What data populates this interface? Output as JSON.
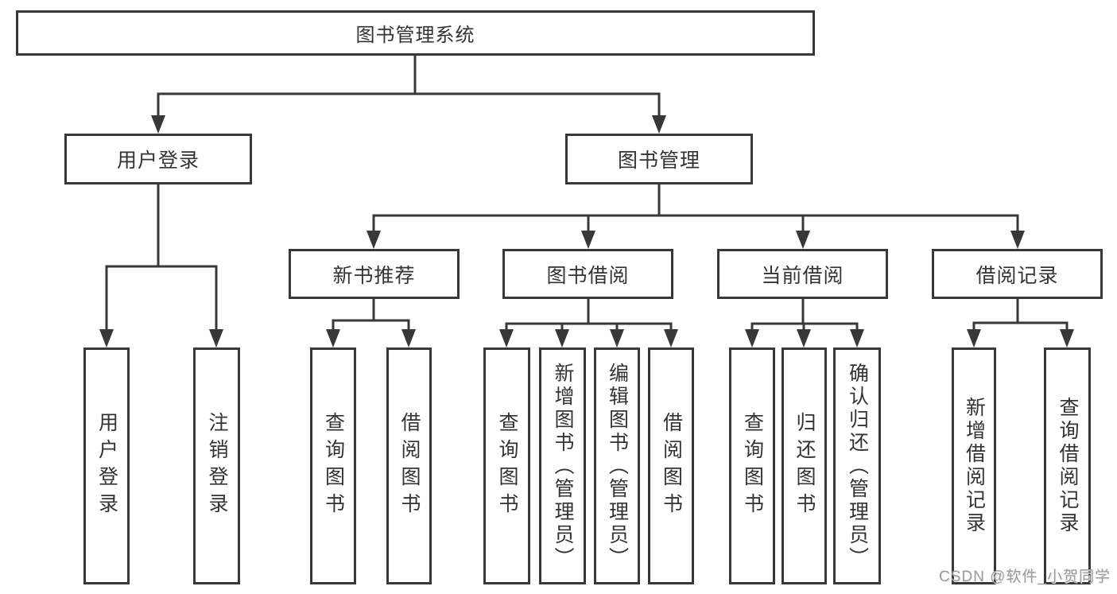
{
  "nodes": {
    "root": "图书管理系统",
    "login_branch": "用户登录",
    "mgmt_branch": "图书管理",
    "new_book": "新书推荐",
    "borrow": "图书借阅",
    "current": "当前借阅",
    "records": "借阅记录",
    "leaf_user_login": "用户登录",
    "leaf_logout": "注销登录",
    "leaf_nb_query": "查询图书",
    "leaf_nb_borrow": "借阅图书",
    "leaf_bb_query": "查询图书",
    "leaf_bb_add": "新增图书（管理员）",
    "leaf_bb_edit": "编辑图书（管理员）",
    "leaf_bb_borrow": "借阅图书",
    "leaf_cb_query": "查询图书",
    "leaf_cb_return": "归还图书",
    "leaf_cb_confirm": "确认归还（管理员）",
    "leaf_rec_add": "新增借阅记录",
    "leaf_rec_query": "查询借阅记录"
  },
  "watermark": "CSDN @软件_小贺同学",
  "colors": {
    "line": "#383838",
    "text": "#333333",
    "watermark": "#9c9c9c",
    "background": "#ffffff"
  }
}
